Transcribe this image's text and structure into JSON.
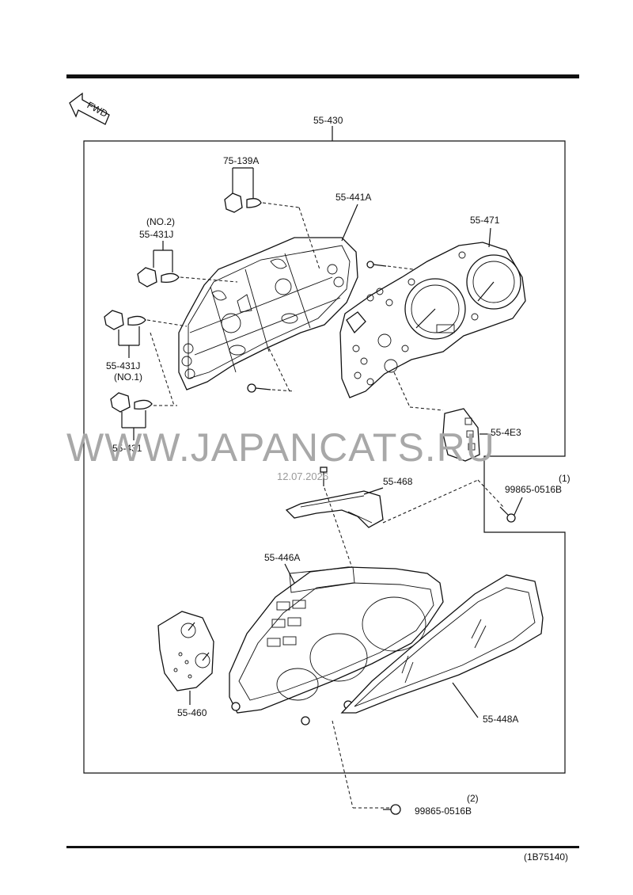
{
  "diagram": {
    "watermark": "WWW.JAPANCATS.RU",
    "watermark_date": "12.07.2026",
    "fwd_label": "FWD",
    "page_code": "(1B75140)",
    "labels": {
      "assembly": "55-430",
      "socket_top": "75-139A",
      "case": "55-441A",
      "no2": "(NO.2)",
      "socket_no2": "55-431J",
      "print_panel": "55-471",
      "socket_no1": "55-431J",
      "no1": "(NO.1)",
      "socket": "55-431",
      "connector": "55-4E3",
      "bracket": "55-468",
      "screw1_num": "(1)",
      "screw1": "99865-0516B",
      "housing": "55-446A",
      "gauge": "55-460",
      "glass": "55-448A",
      "screw2_num": "(2)",
      "screw2": "99865-0516B"
    }
  }
}
